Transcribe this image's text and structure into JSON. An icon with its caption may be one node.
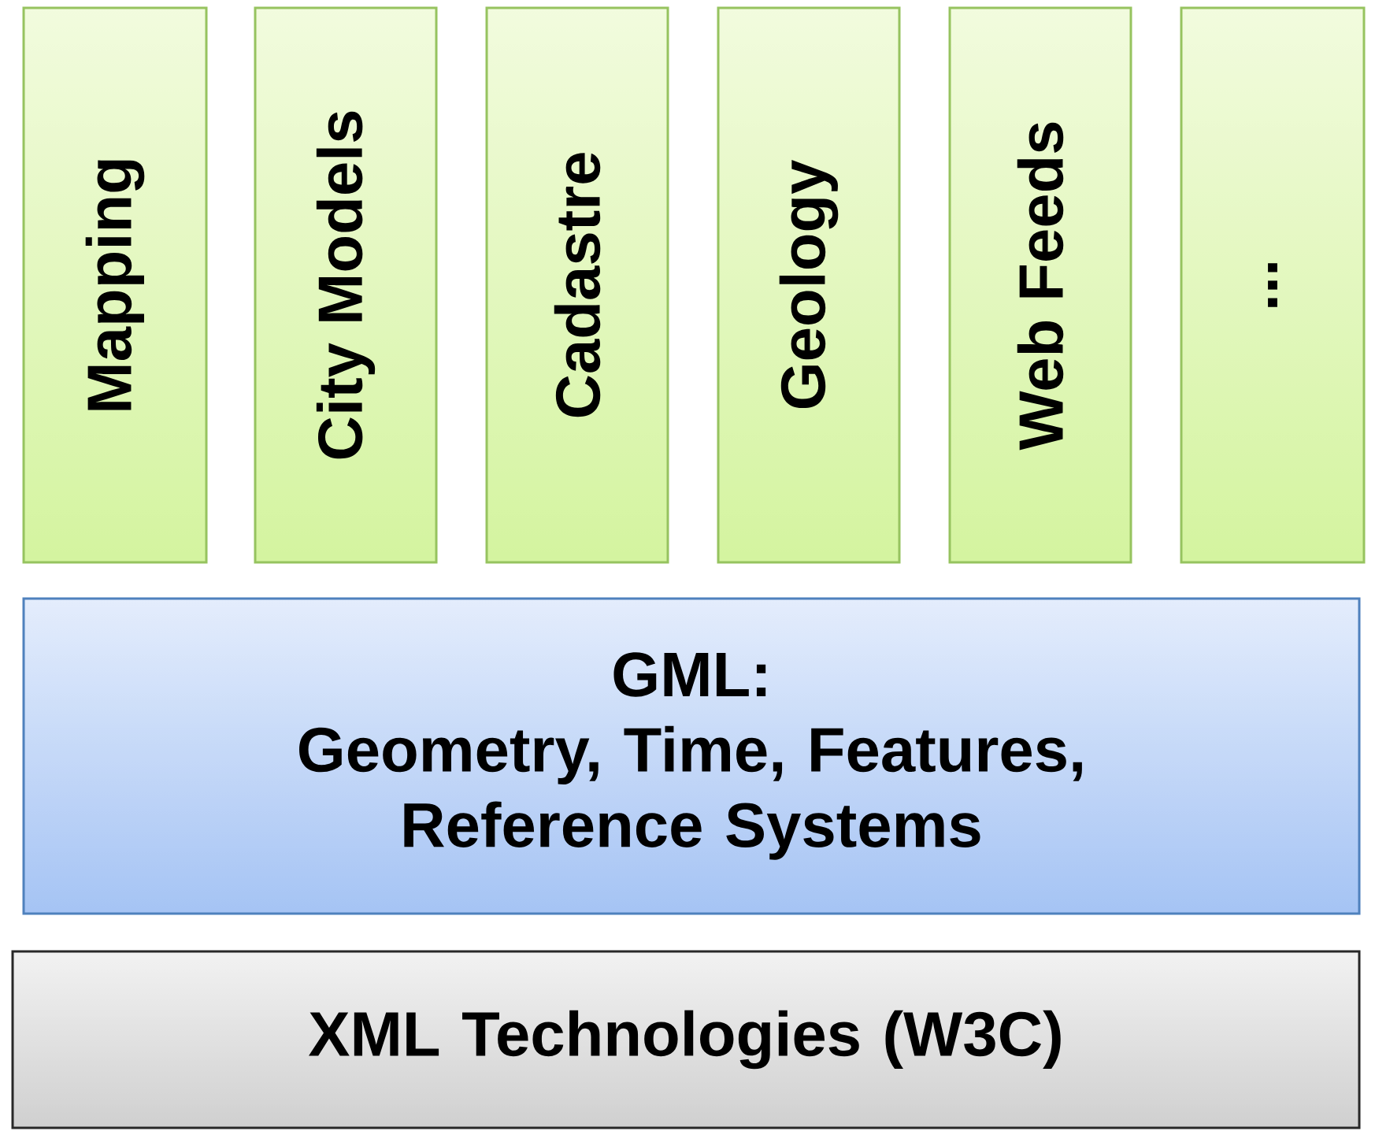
{
  "diagram": {
    "nodes": [
      {
        "text": [
          "Mapping"
        ]
      },
      {
        "text": [
          "City Models"
        ]
      },
      {
        "text": [
          "Cadastre"
        ]
      },
      {
        "text": [
          "Geology"
        ]
      },
      {
        "text": [
          "Web Feeds"
        ]
      },
      {
        "text": [
          "..."
        ]
      },
      {
        "text": [
          "GML:",
          "Geometry, Time, Features, Reference Systems"
        ]
      },
      {
        "text": [
          "XML Technologies (W3C)"
        ]
      }
    ]
  }
}
